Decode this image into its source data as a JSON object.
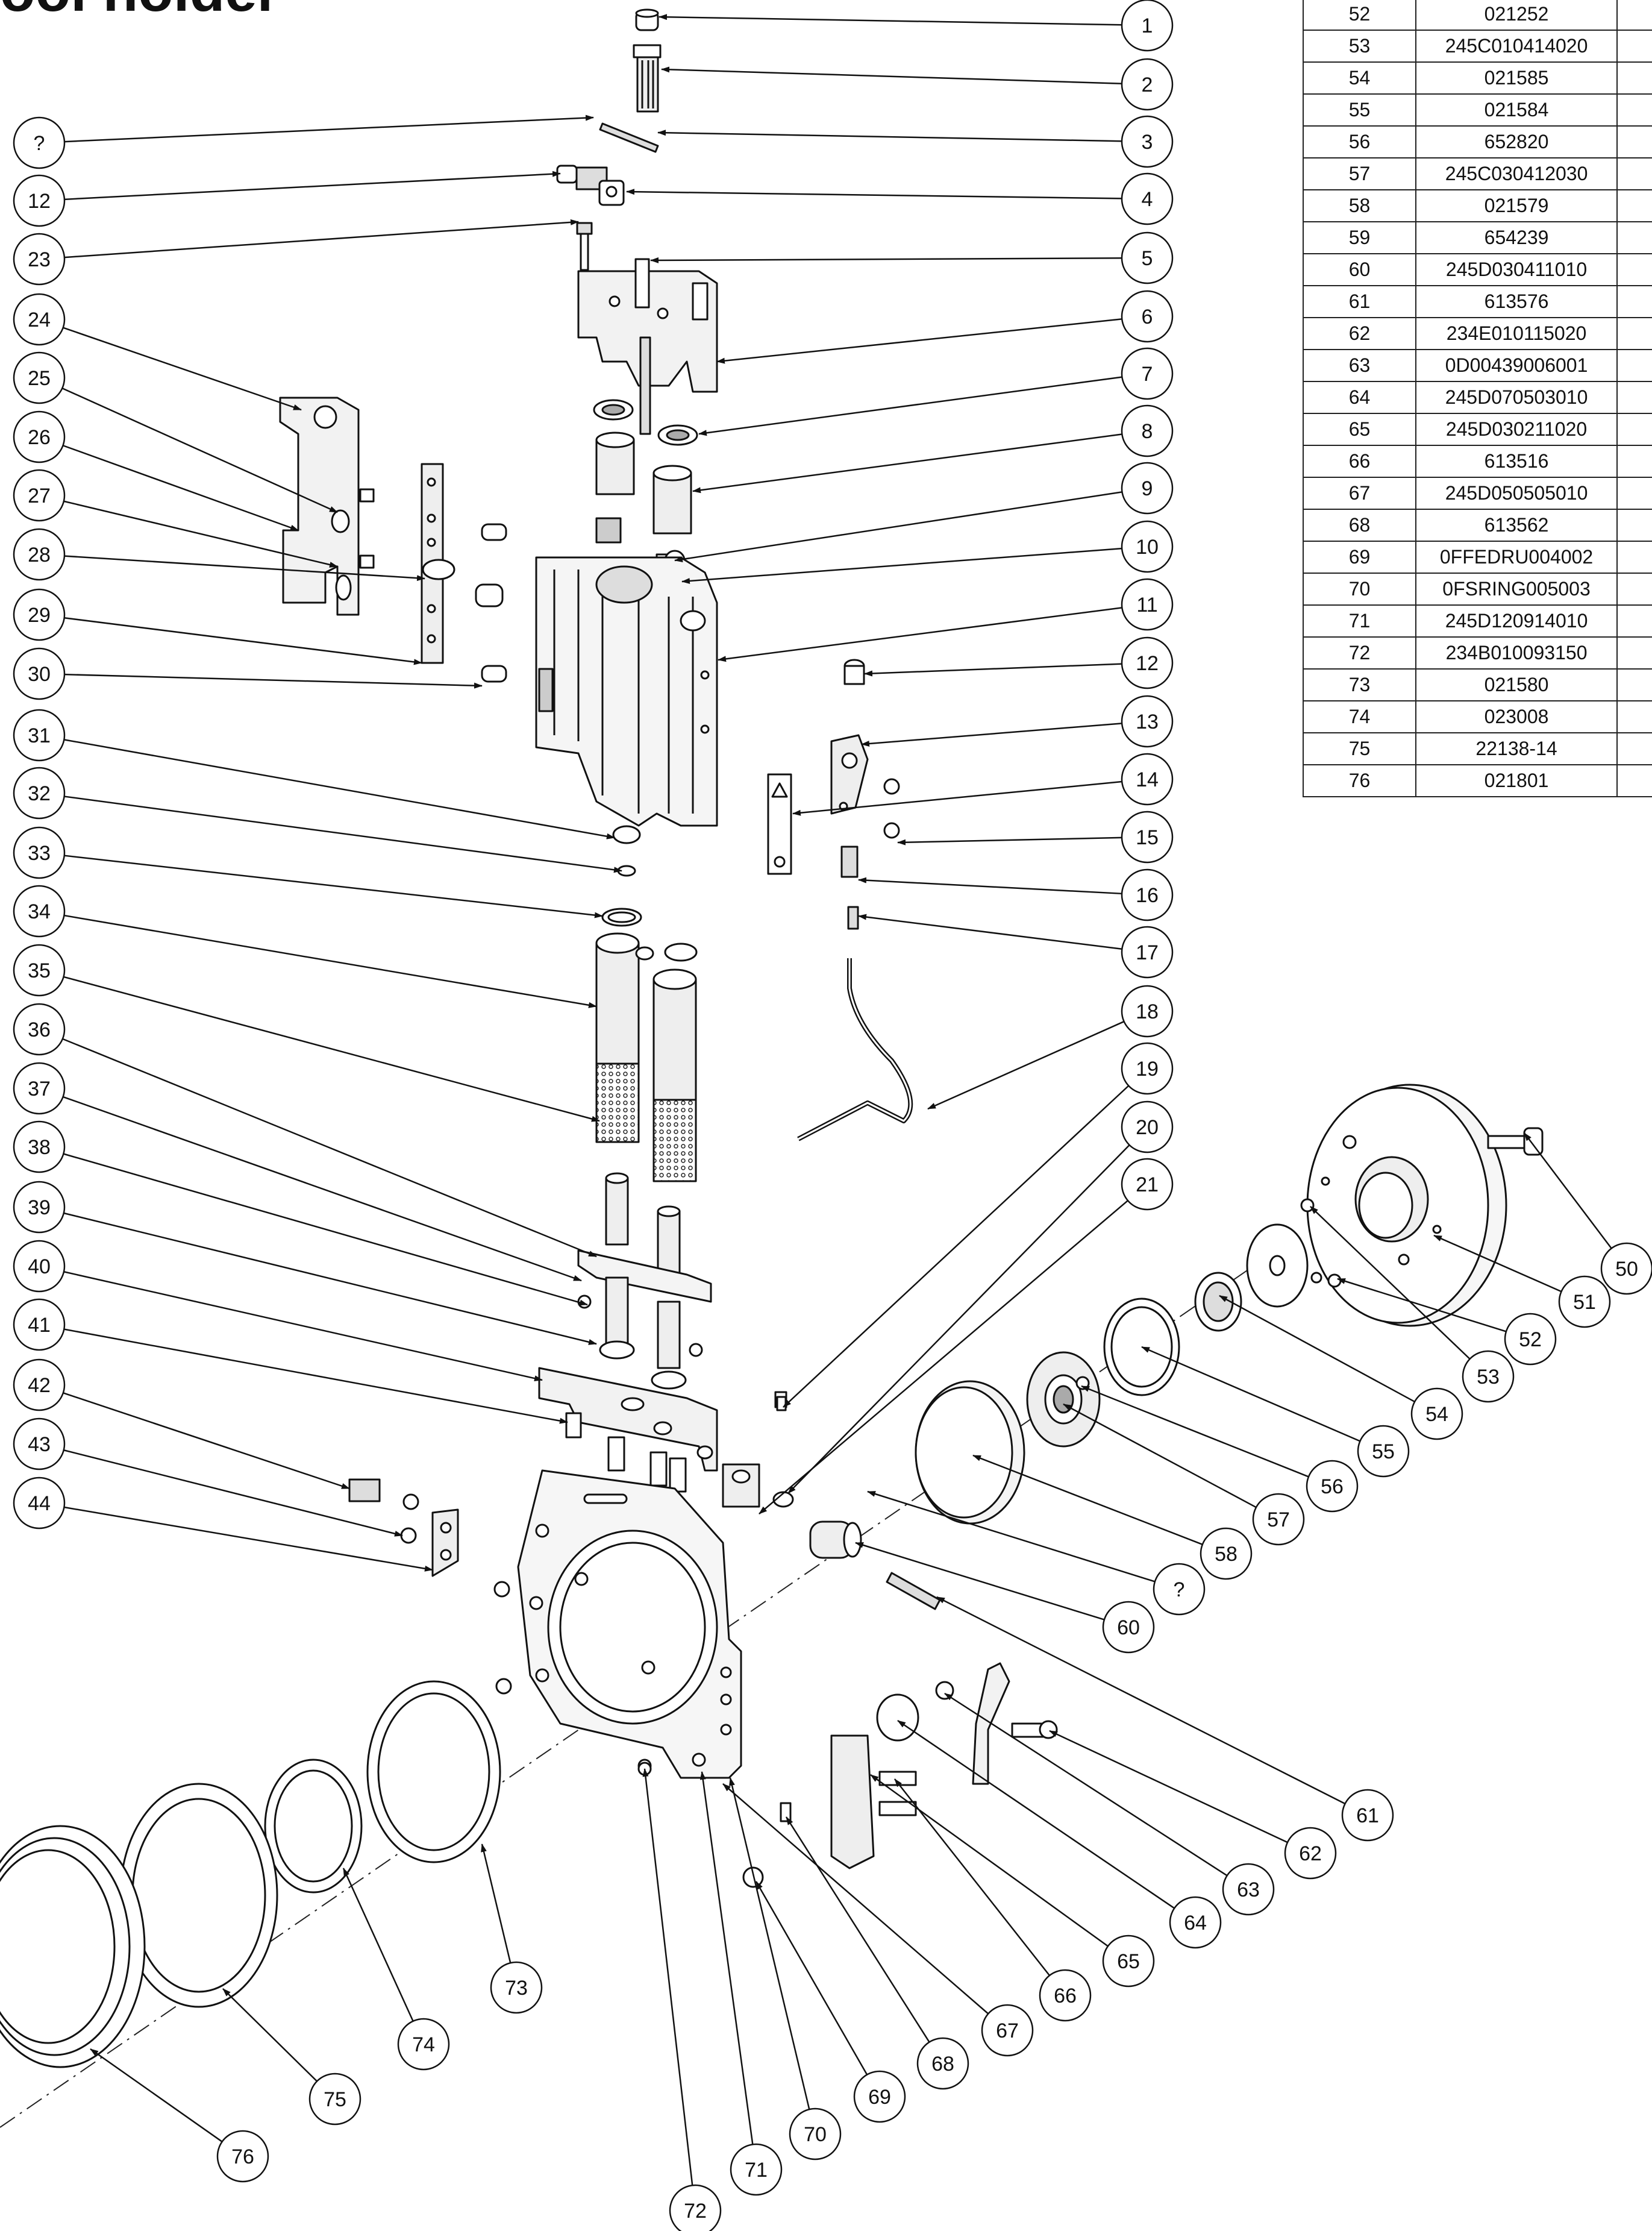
{
  "title": "ool holder",
  "unknown_label": "?",
  "callouts_left": [
    "?",
    "12",
    "23",
    "24",
    "25",
    "26",
    "27",
    "28",
    "29",
    "30",
    "31",
    "32",
    "33",
    "34",
    "35",
    "36",
    "37",
    "38",
    "39",
    "40",
    "41",
    "42",
    "43",
    "44"
  ],
  "callouts_right": [
    "1",
    "2",
    "3",
    "4",
    "5",
    "6",
    "7",
    "8",
    "9",
    "10",
    "11",
    "12",
    "13",
    "14",
    "15",
    "16",
    "17",
    "18",
    "19",
    "20",
    "21"
  ],
  "callouts_other": [
    "50",
    "51",
    "52",
    "53",
    "54",
    "55",
    "56",
    "57",
    "58",
    "?",
    "60",
    "61",
    "62",
    "63",
    "64",
    "65",
    "66",
    "67",
    "68",
    "69",
    "70",
    "71",
    "72",
    "73",
    "74",
    "75",
    "76"
  ],
  "parts_table": {
    "rows": [
      {
        "pos": "52",
        "part_no": "021252"
      },
      {
        "pos": "53",
        "part_no": "245C010414020"
      },
      {
        "pos": "54",
        "part_no": "021585"
      },
      {
        "pos": "55",
        "part_no": "021584"
      },
      {
        "pos": "56",
        "part_no": "652820"
      },
      {
        "pos": "57",
        "part_no": "245C030412030"
      },
      {
        "pos": "58",
        "part_no": "021579"
      },
      {
        "pos": "59",
        "part_no": "654239"
      },
      {
        "pos": "60",
        "part_no": "245D030411010"
      },
      {
        "pos": "61",
        "part_no": "613576"
      },
      {
        "pos": "62",
        "part_no": "234E010115020"
      },
      {
        "pos": "63",
        "part_no": "0D00439006001"
      },
      {
        "pos": "64",
        "part_no": "245D070503010"
      },
      {
        "pos": "65",
        "part_no": "245D030211020"
      },
      {
        "pos": "66",
        "part_no": "613516"
      },
      {
        "pos": "67",
        "part_no": "245D050505010"
      },
      {
        "pos": "68",
        "part_no": "613562"
      },
      {
        "pos": "69",
        "part_no": "0FFEDRU004002"
      },
      {
        "pos": "70",
        "part_no": "0FSRING005003"
      },
      {
        "pos": "71",
        "part_no": "245D120914010"
      },
      {
        "pos": "72",
        "part_no": "234B010093150"
      },
      {
        "pos": "73",
        "part_no": "021580"
      },
      {
        "pos": "74",
        "part_no": "023008"
      },
      {
        "pos": "75",
        "part_no": "22138-14"
      },
      {
        "pos": "76",
        "part_no": "021801"
      }
    ]
  }
}
